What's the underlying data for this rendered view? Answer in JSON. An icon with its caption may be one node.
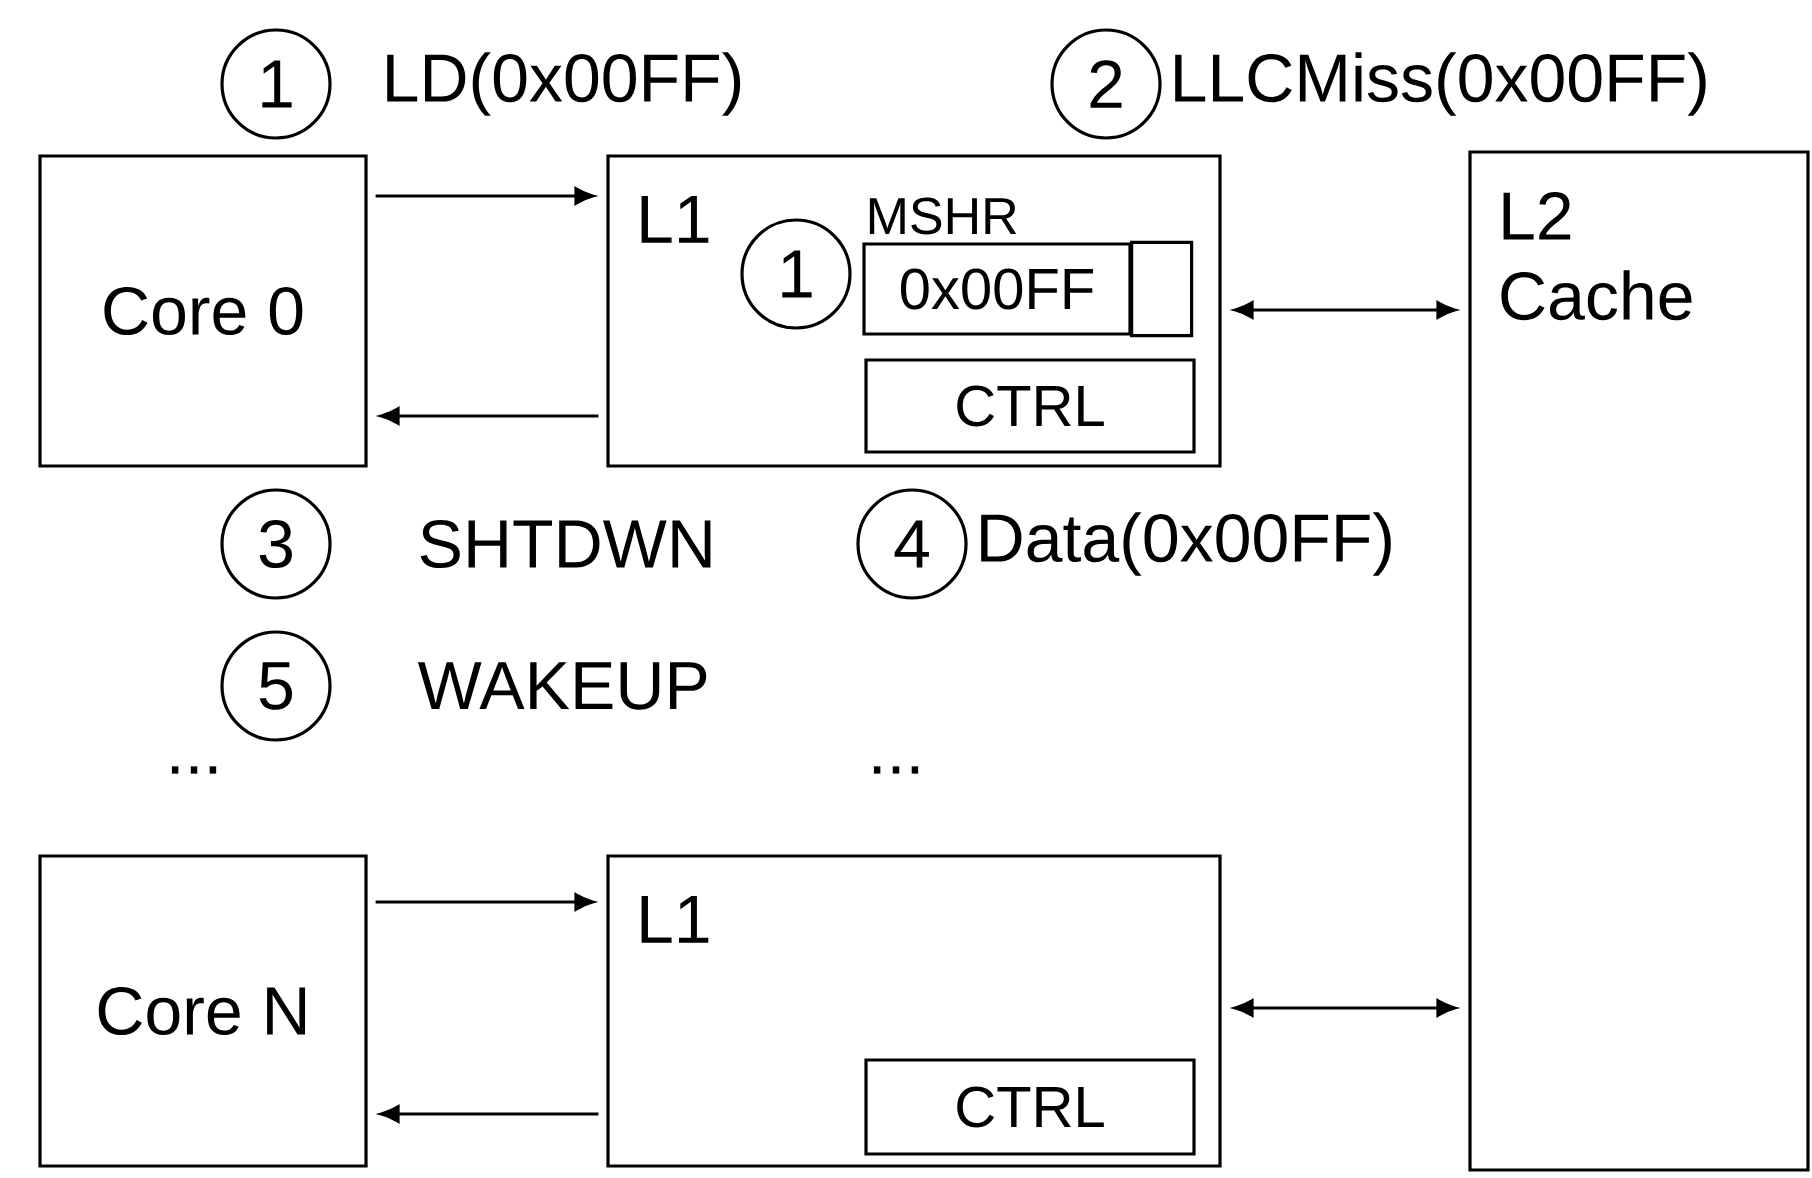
{
  "diagram": {
    "nodes": [
      {
        "text": [
          "1"
        ],
        "beside": [
          "LD(0x00FF)"
        ]
      },
      {
        "text": [
          "2"
        ],
        "beside": [
          "LLCMiss(0x00FF)"
        ]
      },
      {
        "text": [
          "Core 0"
        ]
      },
      {
        "text": [
          "L1"
        ]
      },
      {
        "text": [
          "1"
        ],
        "in": 3
      },
      {
        "text": [
          "MSHR",
          "0x00FF"
        ],
        "in": 3
      },
      {
        "text": [
          "CTRL"
        ],
        "in": 3
      },
      {
        "text": [
          "L2 Cache"
        ]
      },
      {
        "text": [
          "3"
        ],
        "beside": [
          "SHTDWN"
        ]
      },
      {
        "text": [
          "4"
        ],
        "beside": [
          "Data(0x00FF)"
        ]
      },
      {
        "text": [
          "5"
        ],
        "beside": [
          "WAKEUP"
        ]
      },
      {
        "text": [
          "Core N"
        ]
      },
      {
        "text": [
          "L1"
        ]
      },
      {
        "text": [
          "CTRL"
        ],
        "in": 12
      }
    ],
    "edges": [
      {
        "from": 2,
        "to": 3,
        "arrow": "to"
      },
      {
        "from": 3,
        "to": 2,
        "arrow": "to"
      },
      {
        "from": 3,
        "to": 7,
        "arrow": "both"
      },
      {
        "from": 11,
        "to": 12,
        "arrow": "to"
      },
      {
        "from": 12,
        "to": 11,
        "arrow": "to"
      },
      {
        "from": 12,
        "to": 7,
        "arrow": "both"
      }
    ],
    "labels": [
      "...",
      "..."
    ]
  }
}
